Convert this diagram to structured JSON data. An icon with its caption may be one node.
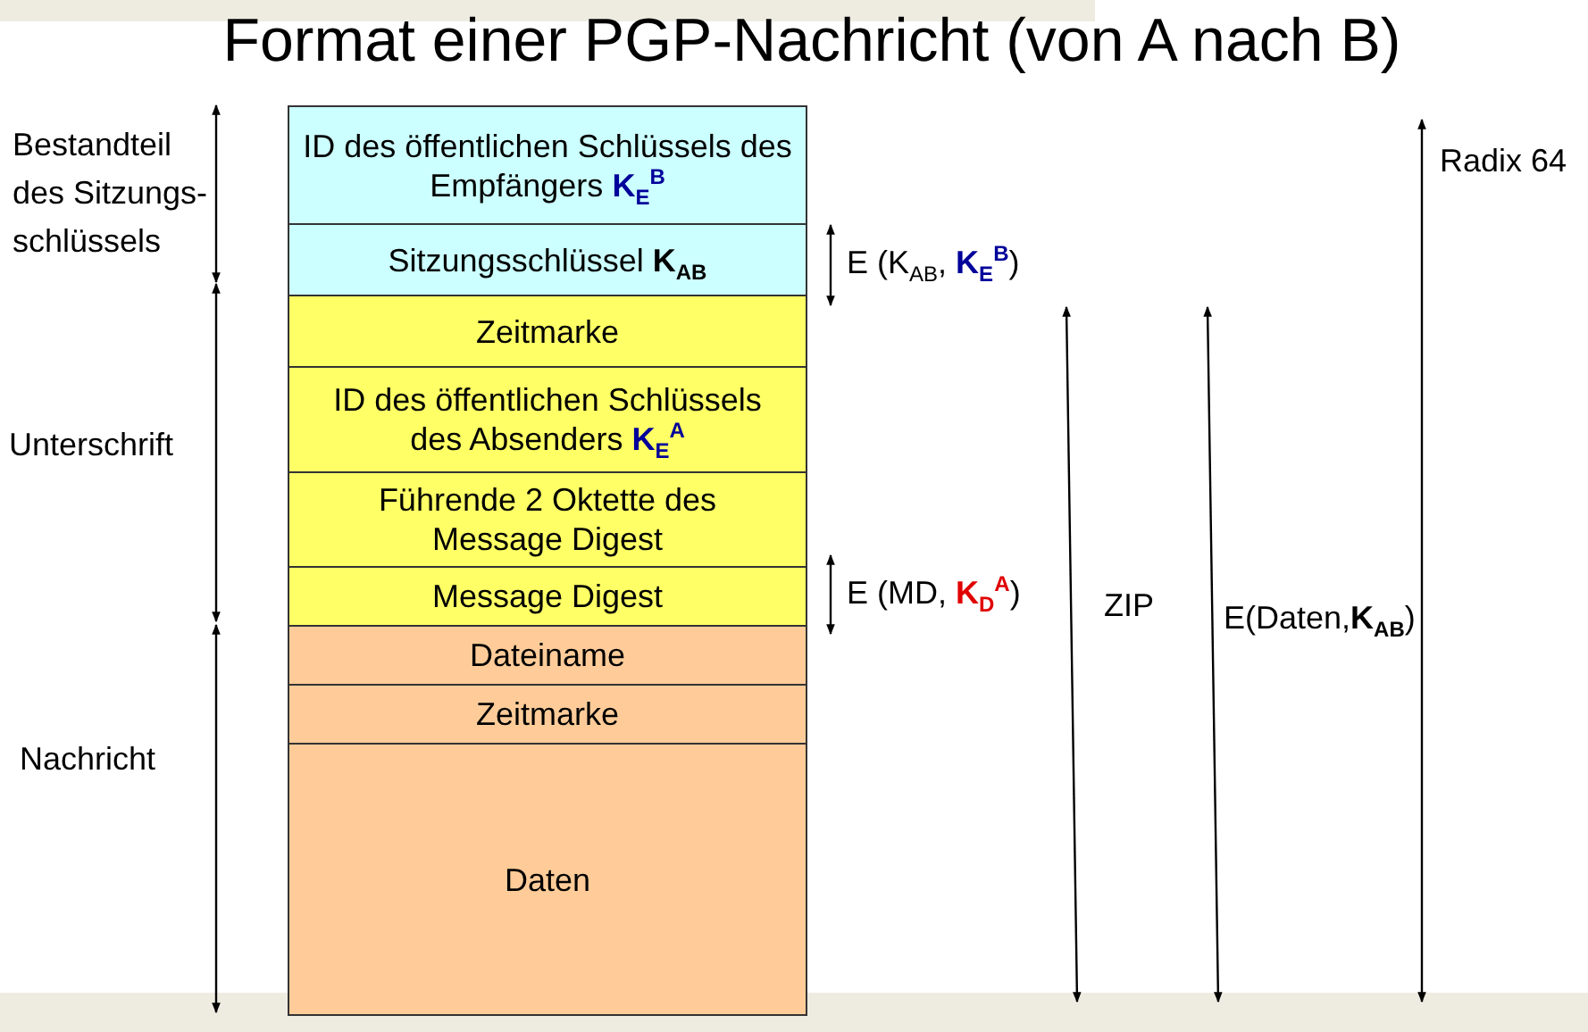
{
  "diagram": {
    "title": "Format einer PGP-Nachricht (von A nach B)",
    "nodes": [
      {
        "text": [
          "ID des öffentlichen Schlüssels des Empfängers **K**$_{E}$$^{B}$"
        ]
      },
      {
        "text": [
          "Sitzungsschlüssel **K**$_{AB}$"
        ]
      },
      {
        "text": [
          "Zeitmarke"
        ]
      },
      {
        "text": [
          "ID des öffentlichen Schlüssels des Absenders **K**$_{E}$$^{A}$"
        ]
      },
      {
        "text": [
          "Führende 2 Oktette des Message Digest"
        ]
      },
      {
        "text": [
          "Message Digest"
        ]
      },
      {
        "text": [
          "Dateiname"
        ]
      },
      {
        "text": [
          "Zeitmarke"
        ]
      },
      {
        "text": [
          "Daten"
        ]
      }
    ],
    "edges": [],
    "labels": [
      "Bestandteil des Sitzungs- schlüssels",
      "Unterschrift",
      "Nachricht",
      "E (K$_{AB}$, **K**$_{E}$$^{B}$)",
      "E (MD, **K**$_{D}$$^{A}$)",
      "ZIP",
      "E(Daten,**K**$_{AB}$)",
      "Radix 64"
    ]
  }
}
